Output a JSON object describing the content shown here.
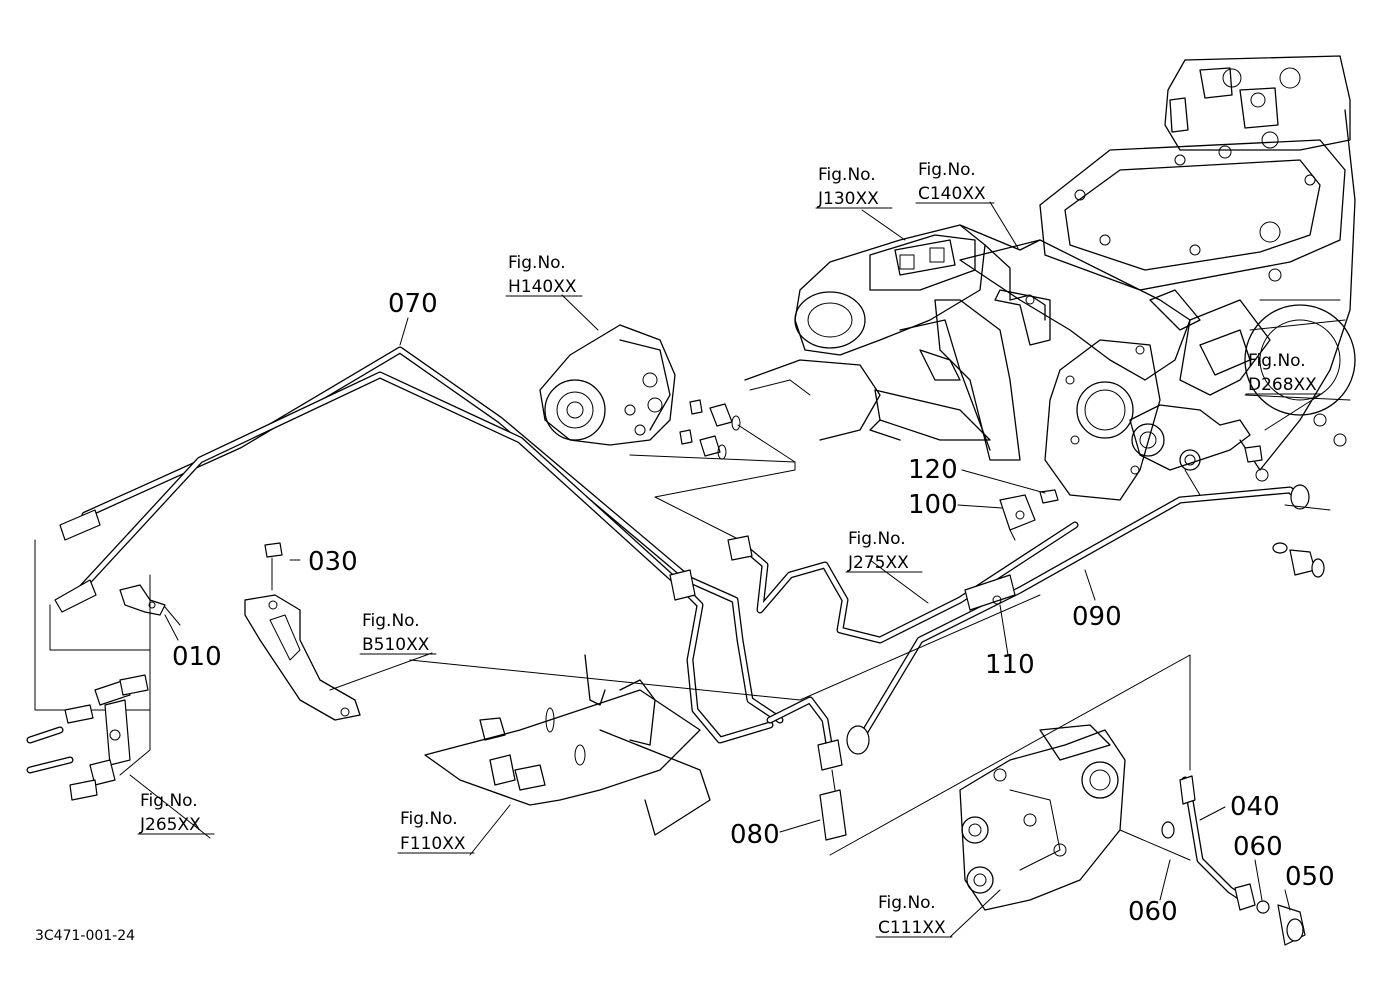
{
  "diagram_code": "3C471-001-24",
  "fig_prefix": "Fig.No.",
  "part_numbers": {
    "p010": "010",
    "p030": "030",
    "p040": "040",
    "p050": "050",
    "p060a": "060",
    "p060b": "060",
    "p070": "070",
    "p080": "080",
    "p090": "090",
    "p100": "100",
    "p110": "110",
    "p120": "120"
  },
  "figure_refs": {
    "h140": "H140XX",
    "j130": "J130XX",
    "c140": "C140XX",
    "d268": "D268XX",
    "j275": "J275XX",
    "b510": "B510XX",
    "j265": "J265XX",
    "f110": "F110XX",
    "c111": "C111XX"
  }
}
